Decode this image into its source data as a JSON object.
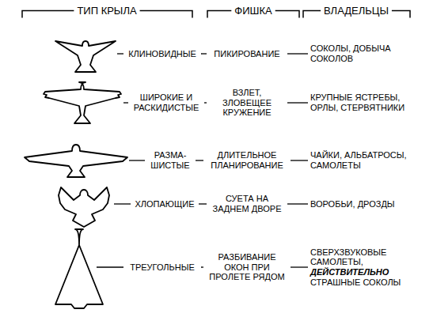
{
  "diagram": {
    "nodes": [
      {
        "text": [
          "КЛИНОВИДНЫЕ"
        ]
      },
      {
        "text": [
          "ПИКИРОВАНИЕ"
        ]
      },
      {
        "text": [
          "СОКОЛЫ, ДОБЫЧА СОКОЛОВ"
        ]
      },
      {
        "text": [
          "ШИРОКИЕ И РАСКИДИСТЫЕ"
        ]
      },
      {
        "text": [
          "ВЗЛЕТ, ЗЛОВЕЩЕЕ КРУЖЕНИЕ"
        ]
      },
      {
        "text": [
          "КРУПНЫЕ ЯСТРЕБЫ, ОРЛЫ, СТЕРВЯТНИКИ"
        ]
      },
      {
        "text": [
          "РАЗМА- ШИСТЫЕ"
        ]
      },
      {
        "text": [
          "ДЛИТЕЛЬНОЕ ПЛАНИРОВАНИЕ"
        ]
      },
      {
        "text": [
          "ЧАЙКИ, АЛЬБАТРОСЫ, САМОЛЕТЫ"
        ]
      },
      {
        "text": [
          "ХЛОПАЮЩИЕ"
        ]
      },
      {
        "text": [
          "СУЕТА НА ЗАДНЕМ ДВОРЕ"
        ]
      },
      {
        "text": [
          "ВОРОБЬИ, ДРОЗДЫ"
        ]
      },
      {
        "text": [
          "ТРЕУГОЛЬНЫЕ"
        ]
      },
      {
        "text": [
          "РАЗБИВАНИЕ ОКОН ПРИ ПРОЛЕТЕ РЯДОМ"
        ]
      },
      {
        "text": [
          "СВЕРХЗВУКОВЫЕ САМОЛЕТЫ, ДЕЙСТВИТЕЛЬНО СТРАШНЫЕ СОКОЛЫ"
        ]
      }
    ],
    "edges": [
      {
        "from": 0,
        "to": 1,
        "arrow": "none"
      },
      {
        "from": 1,
        "to": 2,
        "arrow": "none"
      },
      {
        "from": 3,
        "to": 4,
        "arrow": "none"
      },
      {
        "from": 4,
        "to": 5,
        "arrow": "none"
      },
      {
        "from": 6,
        "to": 7,
        "arrow": "none"
      },
      {
        "from": 7,
        "to": 8,
        "arrow": "none"
      },
      {
        "from": 9,
        "to": 10,
        "arrow": "none"
      },
      {
        "from": 10,
        "to": 11,
        "arrow": "none"
      },
      {
        "from": 12,
        "to": 13,
        "arrow": "none"
      },
      {
        "from": 13,
        "to": 14,
        "arrow": "none"
      }
    ],
    "labels": [
      "ТИП КРЫЛА",
      "ФИШКА",
      "ВЛАДЕЛЬЦЫ"
    ]
  }
}
